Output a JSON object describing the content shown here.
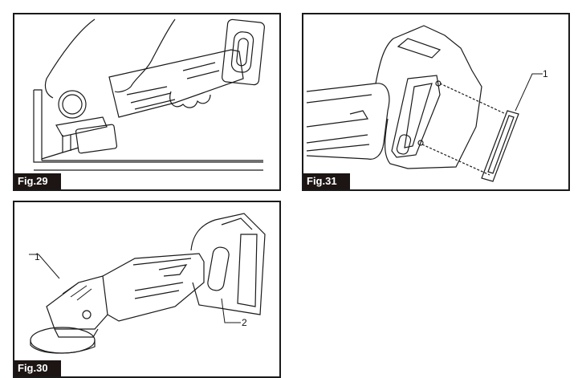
{
  "figures": [
    {
      "id": "fig29",
      "label": "Fig.29",
      "description": "Hand holding angle grinder, cutting along inside corner"
    },
    {
      "id": "fig31",
      "label": "Fig.31",
      "description": "Battery-end of grinder with side cover being attached",
      "callouts": [
        {
          "number": "1",
          "target": "side cover plate"
        }
      ]
    },
    {
      "id": "fig30",
      "label": "Fig.30",
      "description": "Cordless angle grinder with battery pack",
      "callouts": [
        {
          "number": "1",
          "target": "shaft lock"
        },
        {
          "number": "2",
          "target": "side cover"
        }
      ]
    }
  ],
  "colors": {
    "frame": "#1a1a1a",
    "label_bg": "#1c1514",
    "label_text": "#ffffff",
    "line_art": "#1a1a1a"
  }
}
